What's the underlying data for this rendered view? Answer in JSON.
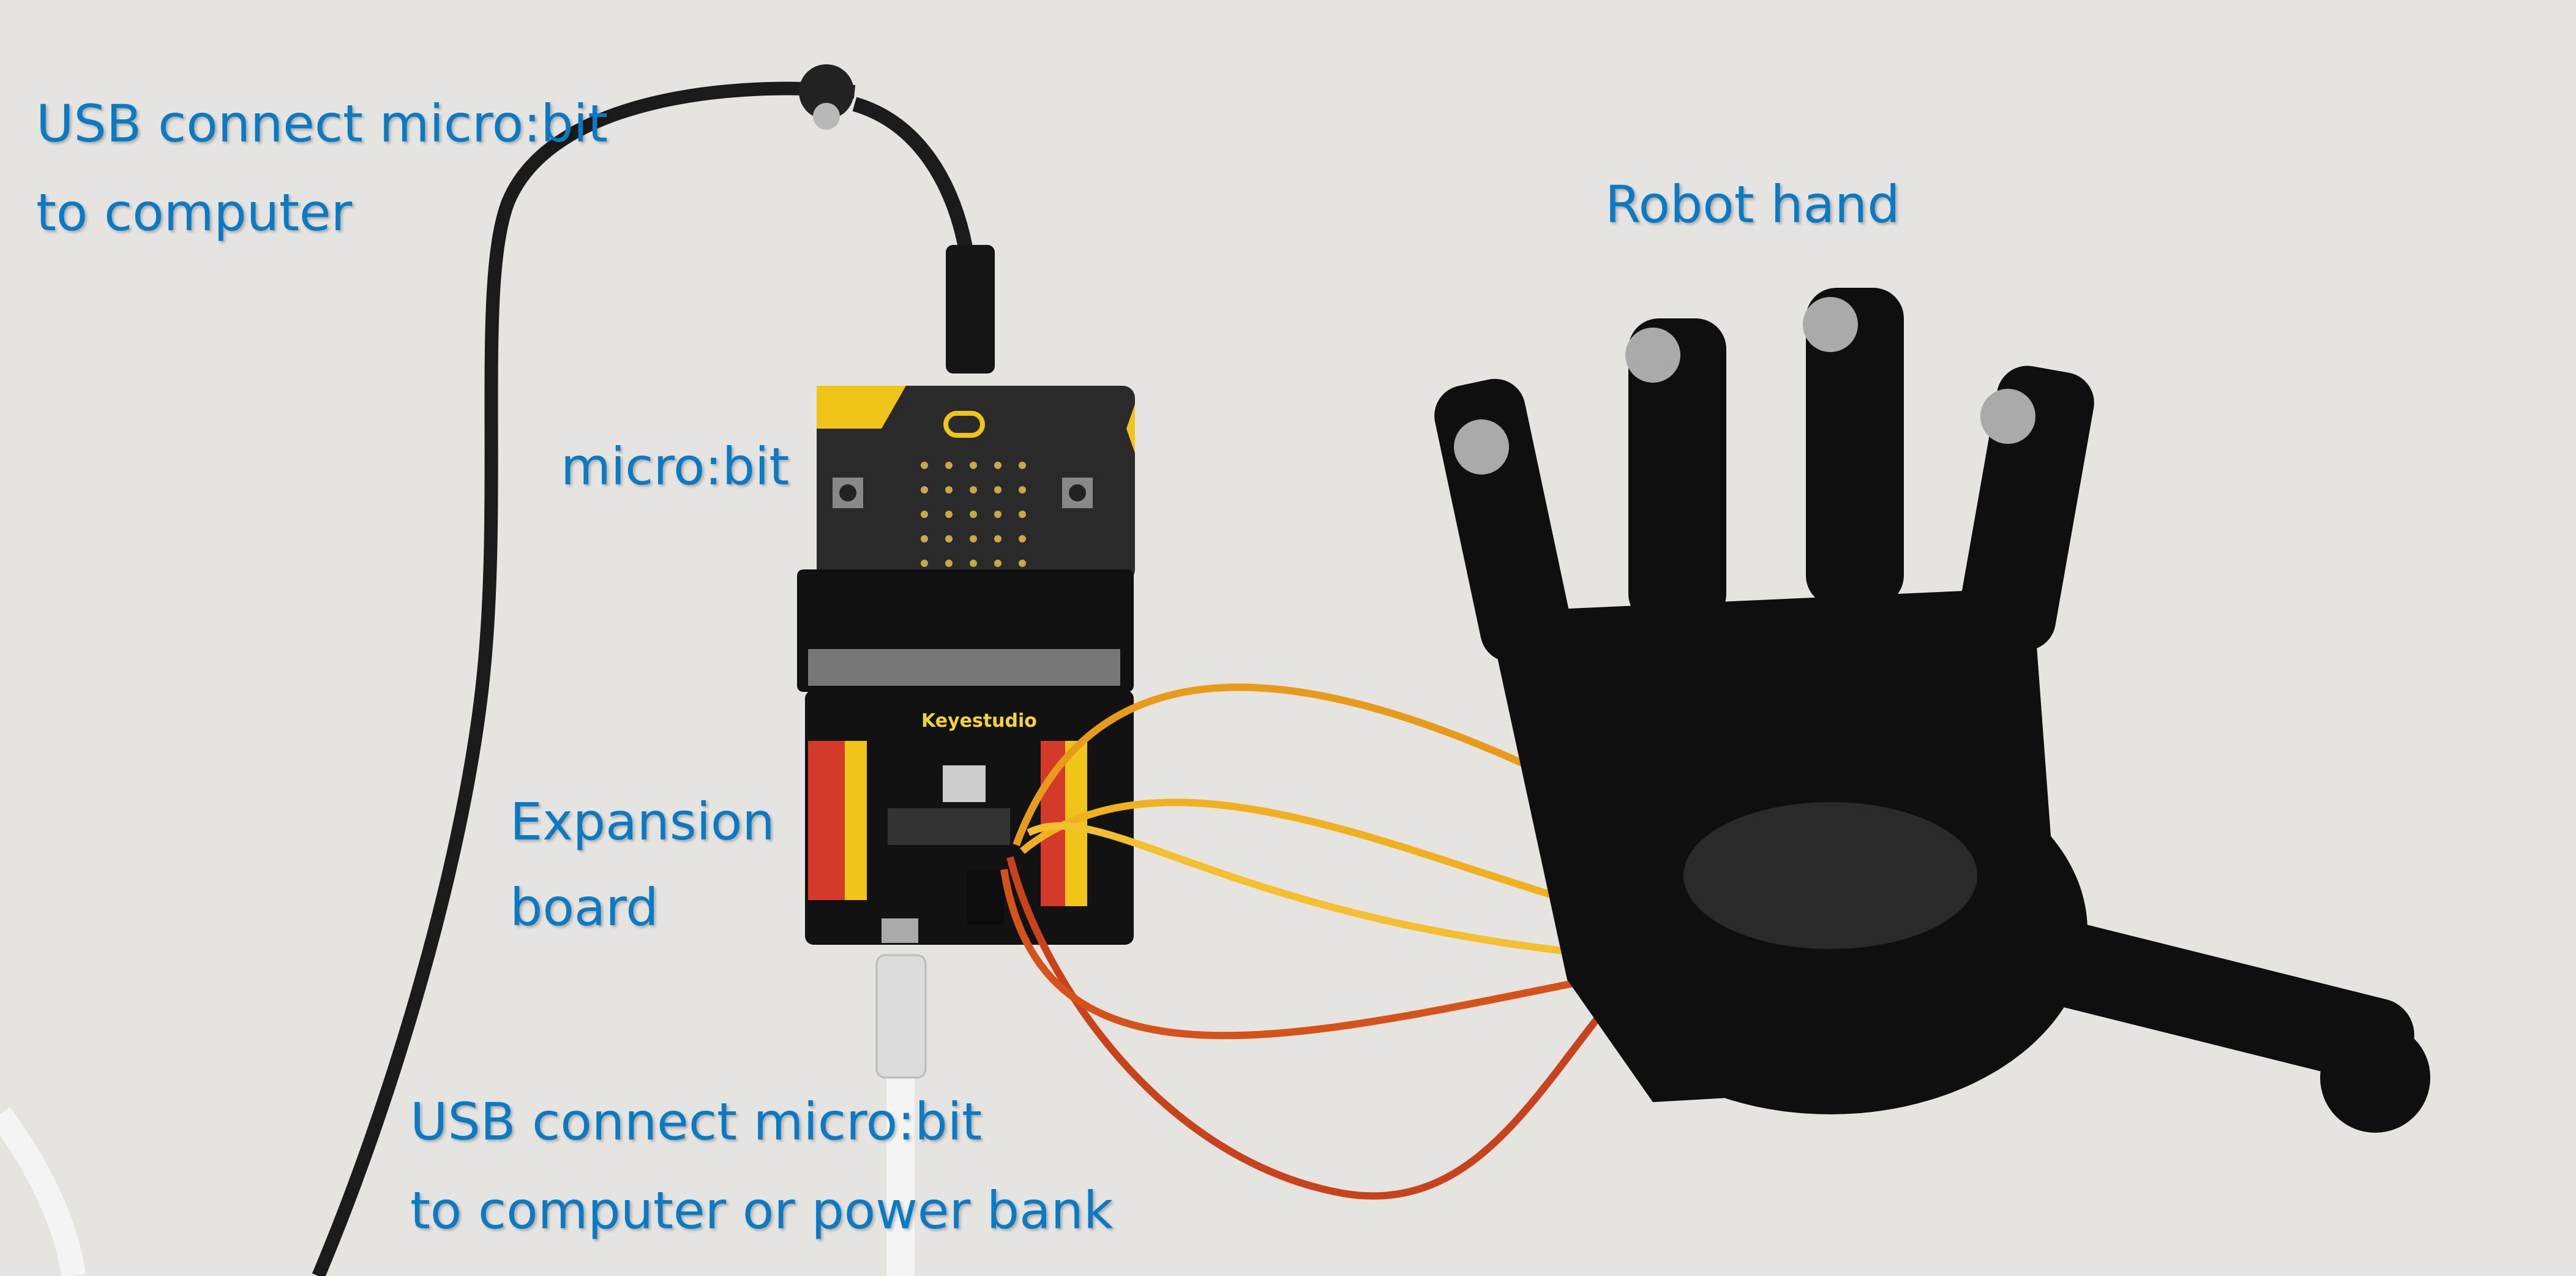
{
  "labels": {
    "usb_top": [
      "USB connect micro:bit",
      "to computer"
    ],
    "robot_hand": "Robot hand",
    "microbit": "micro:bit",
    "expansion": [
      "Expansion",
      "board"
    ],
    "usb_bottom": [
      "USB connect micro:bit",
      "to computer or power bank"
    ]
  },
  "board": {
    "brand": "Keyestudio"
  },
  "colors": {
    "label": "#0a7ac4",
    "background": "#e6e4e1",
    "board": "#1a1a1a",
    "accent_yellow": "#f0c419"
  }
}
